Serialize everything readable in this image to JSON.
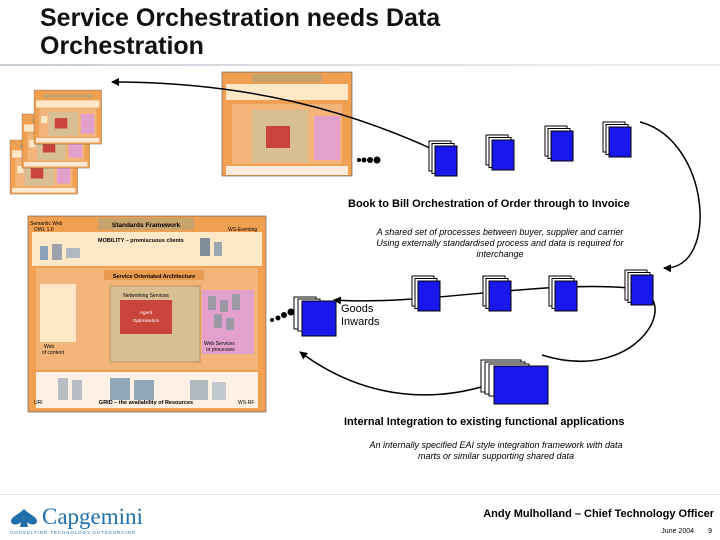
{
  "title": {
    "line1": "Service Orchestration needs Data",
    "line2": "Orchestration"
  },
  "framework": {
    "standards_framework": "Standards Framework",
    "semantic_web": "Semantic Web",
    "owl": "OWL 1.0",
    "ws_eventing": "WS-Eventing",
    "mobility": "MOBILITY – promiscuous clients",
    "soa": "Service Orientated Architecture",
    "networking_services": "Networking Services",
    "agent": "Agent",
    "optimisation": "Optimisation",
    "web": "Web",
    "of_content": "of content",
    "web_services": "Web Services",
    "or_processes": "or processes",
    "uri": "URI",
    "grid": "GRID – the availability of Resources",
    "ws_rf": "WS-RF"
  },
  "book_to_bill": {
    "heading": "Book to Bill Orchestration of Order through to Invoice",
    "line1": "A shared set of processes between buyer, supplier and carrier",
    "line2": "Using externally standardised process and data is required for",
    "line3": "interchange"
  },
  "goods_inwards": {
    "line1": "Goods",
    "line2": "Inwards"
  },
  "internal": {
    "heading": "Internal Integration to existing functional applications",
    "line1": "An internally specified EAI style integration framework with data",
    "line2": "marts or similar supporting shared data"
  },
  "footer": {
    "presenter": "Andy Mulholland – Chief Technology Officer",
    "date": "June 2004",
    "page": "9"
  },
  "logo": {
    "name": "Capgemini",
    "tagline": "CONSULTING.TECHNOLOGY.OUTSOURCING"
  },
  "colors": {
    "framework_orange": "#f0a050",
    "framework_tan": "#c8a46c",
    "agent_red": "#c8443c",
    "process_blue": "#1818ee",
    "logo_blue": "#1f6faa"
  }
}
